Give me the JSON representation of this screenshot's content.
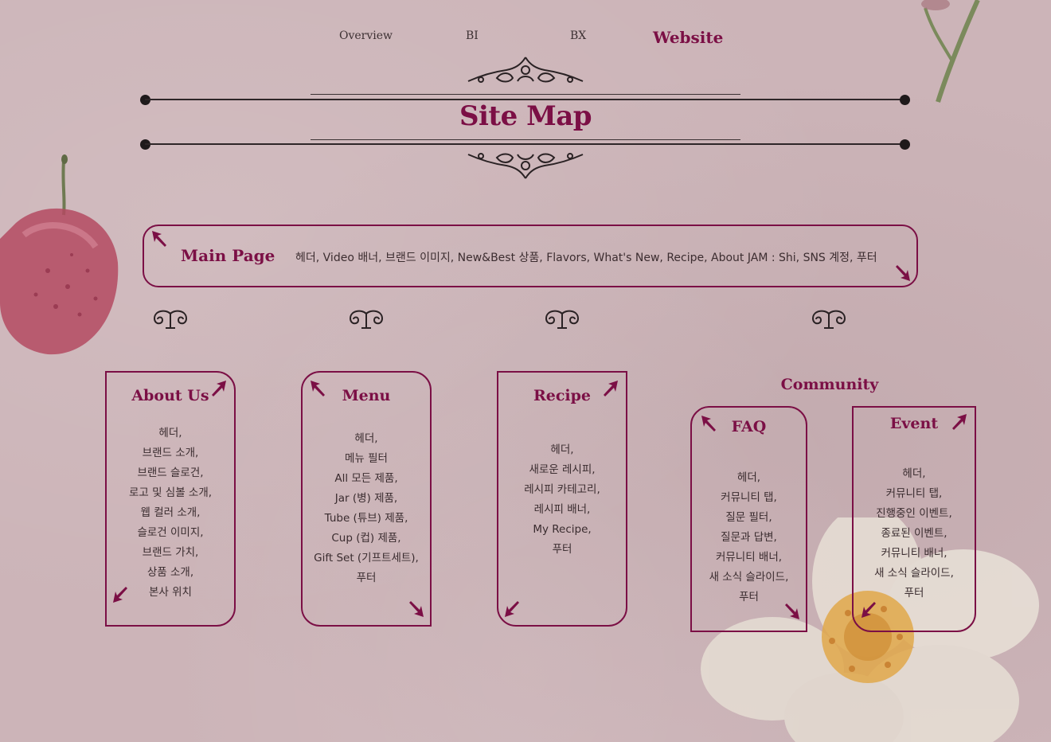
{
  "nav": {
    "items": [
      {
        "label": "Overview"
      },
      {
        "label": "BI"
      },
      {
        "label": "BX"
      },
      {
        "label": "Website"
      }
    ]
  },
  "title": "Site Map",
  "main_page": {
    "title": "Main Page",
    "description": "헤더, Video 배너, 브랜드 이미지, New&Best 상품, Flavors, What's New, Recipe, About JAM : Shi, SNS 계정, 푸터"
  },
  "sections": {
    "about": {
      "title": "About Us",
      "items": [
        "헤더,",
        "브랜드 소개,",
        "브랜드 슬로건,",
        "로고 및 심볼 소개,",
        "웹 컬러 소개,",
        "슬로건 이미지,",
        "브랜드 가치,",
        "상품 소개,",
        "본사 위치"
      ]
    },
    "menu": {
      "title": "Menu",
      "items": [
        "헤더,",
        "메뉴 필터",
        "All 모든 제품,",
        "Jar (병) 제품,",
        "Tube (튜브) 제품,",
        "Cup (컵) 제품,",
        "Gift Set (기프트세트),",
        "푸터"
      ]
    },
    "recipe": {
      "title": "Recipe",
      "items": [
        "헤더,",
        "새로운 레시피,",
        "레시피 카테고리,",
        "레시피 배너,",
        "My Recipe,",
        "푸터"
      ]
    },
    "community": {
      "title": "Community",
      "faq": {
        "title": "FAQ",
        "items": [
          "헤더,",
          "커뮤니티 탭,",
          "질문 필터,",
          "질문과 답변,",
          "커뮤니티 배너,",
          "새 소식 슬라이드,",
          "푸터"
        ]
      },
      "event": {
        "title": "Event",
        "items": [
          "헤더,",
          "커뮤니티 탭,",
          "진행중인 이벤트,",
          "종료된 이벤트,",
          "커뮤니티 배너,",
          "새 소식 슬라이드,",
          "푸터"
        ]
      }
    }
  },
  "colors": {
    "accent": "#7b0f45",
    "background": "#ccb4b8",
    "text": "#3a2c2f"
  },
  "icons": [
    "flourish-ornament-icon",
    "corner-leaf-icon",
    "scroll-ornament-icon",
    "cherry-illustration",
    "flower-illustration",
    "branch-illustration"
  ]
}
